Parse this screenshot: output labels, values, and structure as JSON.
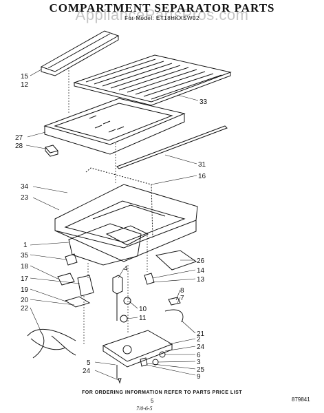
{
  "title": "COMPARTMENT SEPARATOR PARTS",
  "model": "For Model: ET18HKXSW02",
  "watermark": "AppliancePartsPros.com",
  "footer": "FOR ORDERING INFORMATION REFER TO PARTS PRICE LIST",
  "page_number": "5",
  "doc_number": "879841",
  "handwritten_note": "7/0-6-5",
  "callouts": [
    "15",
    "12",
    "33",
    "27",
    "28",
    "31",
    "16",
    "34",
    "23",
    "1",
    "26",
    "14",
    "35",
    "4",
    "13",
    "18",
    "17",
    "8",
    "7",
    "10",
    "11",
    "19",
    "20",
    "22",
    "21",
    "2",
    "24",
    "6",
    "5",
    "3",
    "24",
    "25",
    "9"
  ],
  "colors": {
    "ink": "#111111",
    "watermark": "#969696"
  }
}
